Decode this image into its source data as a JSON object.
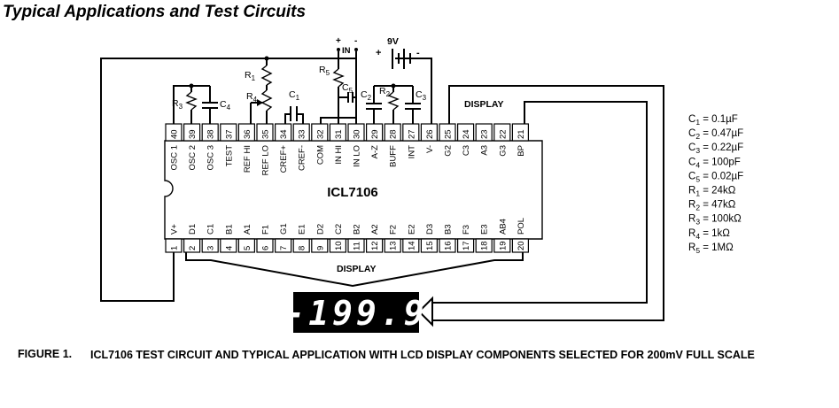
{
  "section_title": "Typical Applications and Test Circuits",
  "chip": {
    "name": "ICL7106",
    "top_pins": [
      {
        "num": "40",
        "label": "OSC 1"
      },
      {
        "num": "39",
        "label": "OSC 2"
      },
      {
        "num": "38",
        "label": "OSC 3"
      },
      {
        "num": "37",
        "label": "TEST"
      },
      {
        "num": "36",
        "label": "REF HI"
      },
      {
        "num": "35",
        "label": "REF LO"
      },
      {
        "num": "34",
        "label": "CREF+"
      },
      {
        "num": "33",
        "label": "CREF-"
      },
      {
        "num": "32",
        "label": "COM"
      },
      {
        "num": "31",
        "label": "IN HI"
      },
      {
        "num": "30",
        "label": "IN LO"
      },
      {
        "num": "29",
        "label": "A-Z"
      },
      {
        "num": "28",
        "label": "BUFF"
      },
      {
        "num": "27",
        "label": "INT"
      },
      {
        "num": "26",
        "label": "V-"
      },
      {
        "num": "25",
        "label": "G2"
      },
      {
        "num": "24",
        "label": "C3"
      },
      {
        "num": "23",
        "label": "A3"
      },
      {
        "num": "22",
        "label": "G3"
      },
      {
        "num": "21",
        "label": "BP"
      }
    ],
    "bottom_pins": [
      {
        "num": "1",
        "label": "V+"
      },
      {
        "num": "2",
        "label": "D1"
      },
      {
        "num": "3",
        "label": "C1"
      },
      {
        "num": "4",
        "label": "B1"
      },
      {
        "num": "5",
        "label": "A1"
      },
      {
        "num": "6",
        "label": "F1"
      },
      {
        "num": "7",
        "label": "G1"
      },
      {
        "num": "8",
        "label": "E1"
      },
      {
        "num": "9",
        "label": "D2"
      },
      {
        "num": "10",
        "label": "C2"
      },
      {
        "num": "11",
        "label": "B2"
      },
      {
        "num": "12",
        "label": "A2"
      },
      {
        "num": "13",
        "label": "F2"
      },
      {
        "num": "14",
        "label": "E2"
      },
      {
        "num": "15",
        "label": "D3"
      },
      {
        "num": "16",
        "label": "B3"
      },
      {
        "num": "17",
        "label": "F3"
      },
      {
        "num": "18",
        "label": "E3"
      },
      {
        "num": "19",
        "label": "AB4"
      },
      {
        "num": "20",
        "label": "POL"
      }
    ]
  },
  "components": {
    "R1": "R1",
    "R2": "R2",
    "R3": "R3",
    "R4": "R4",
    "R5": "R5",
    "C1": "C1",
    "C2": "C2",
    "C3": "C3",
    "C4": "C4",
    "C5": "C5"
  },
  "labels": {
    "in": "IN",
    "plus": "+",
    "minus": "-",
    "battery": "9V",
    "display_top": "DISPLAY",
    "display_bottom": "DISPLAY",
    "lcd_reading": "-199.9"
  },
  "values": [
    {
      "name": "C1",
      "value": "= 0.1µF"
    },
    {
      "name": "C2",
      "value": "= 0.47µF"
    },
    {
      "name": "C3",
      "value": "= 0.22µF"
    },
    {
      "name": "C4",
      "value": "= 100pF"
    },
    {
      "name": "C5",
      "value": "= 0.02µF"
    },
    {
      "name": "R1",
      "value": "= 24kΩ"
    },
    {
      "name": "R2",
      "value": "= 47kΩ"
    },
    {
      "name": "R3",
      "value": "= 100kΩ"
    },
    {
      "name": "R4",
      "value": "= 1kΩ"
    },
    {
      "name": "R5",
      "value": "= 1MΩ"
    }
  ],
  "caption": {
    "number": "FIGURE 1.",
    "text": "ICL7106 TEST CIRCUIT AND TYPICAL APPLICATION WITH LCD DISPLAY COMPONENTS SELECTED FOR 200mV FULL SCALE"
  }
}
